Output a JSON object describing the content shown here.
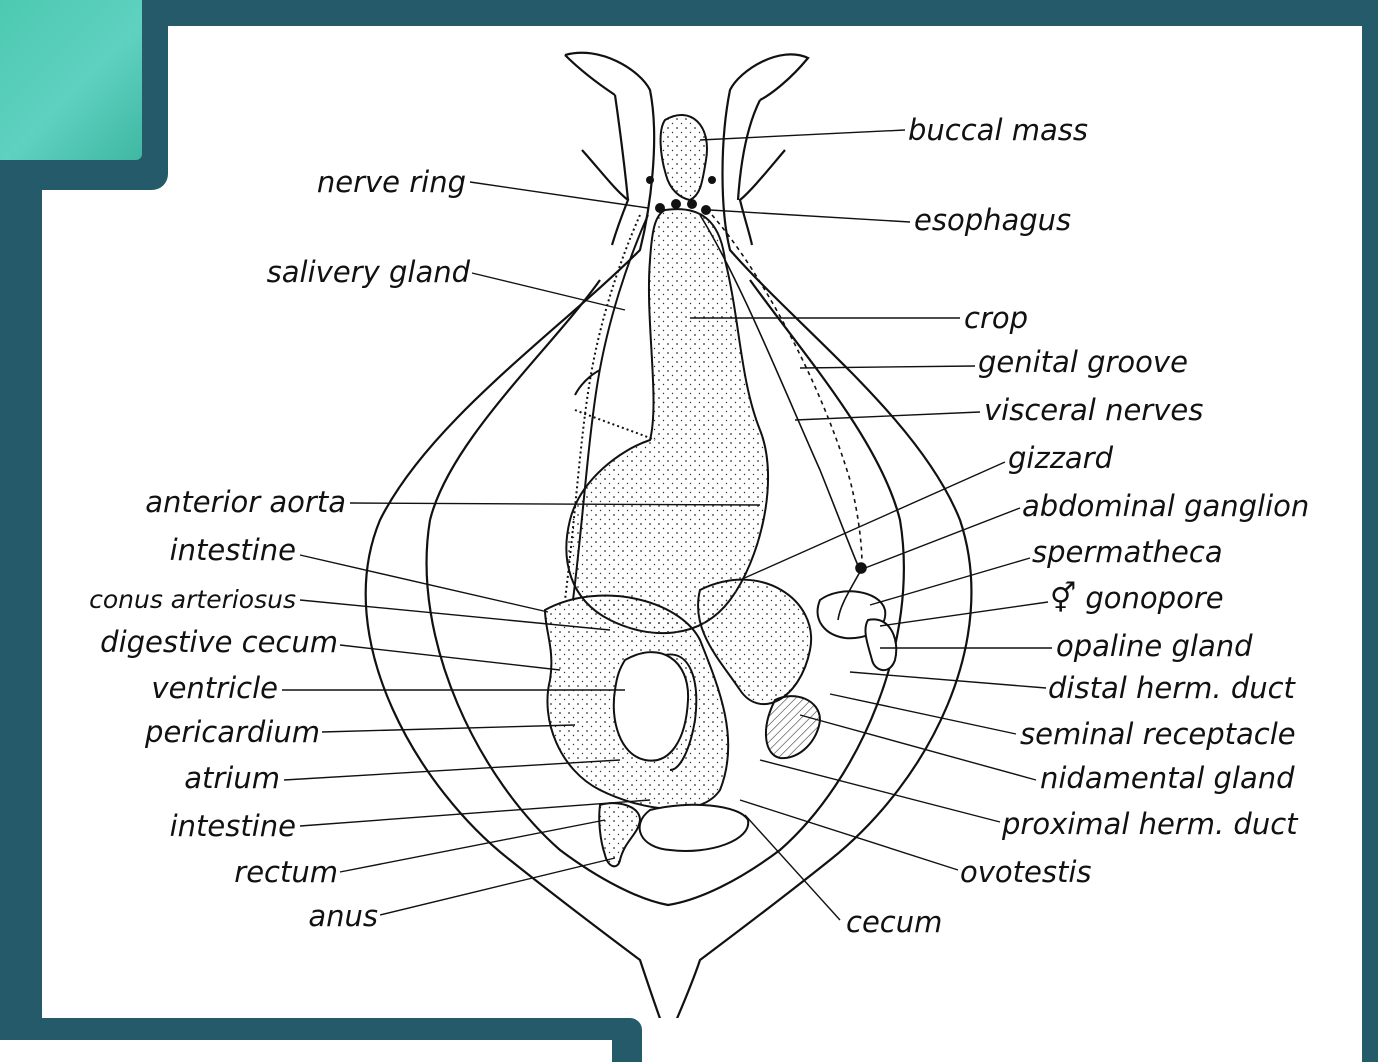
{
  "labels_right": [
    "buccal mass",
    "esophagus",
    "crop",
    "genital groove",
    "visceral nerves",
    "gizzard",
    "abdominal ganglion",
    "spermatheca",
    "⚥ gonopore",
    "opaline gland",
    "distal herm. duct",
    "seminal receptacle",
    "nidamental gland",
    "proximal herm. duct",
    "ovotestis",
    "cecum"
  ],
  "labels_left": [
    "nerve ring",
    "salivery gland",
    "anterior aorta",
    "intestine",
    "conus arteriosus",
    "digestive cecum",
    "ventricle",
    "pericardium",
    "atrium",
    "intestine",
    "rectum",
    "anus"
  ]
}
